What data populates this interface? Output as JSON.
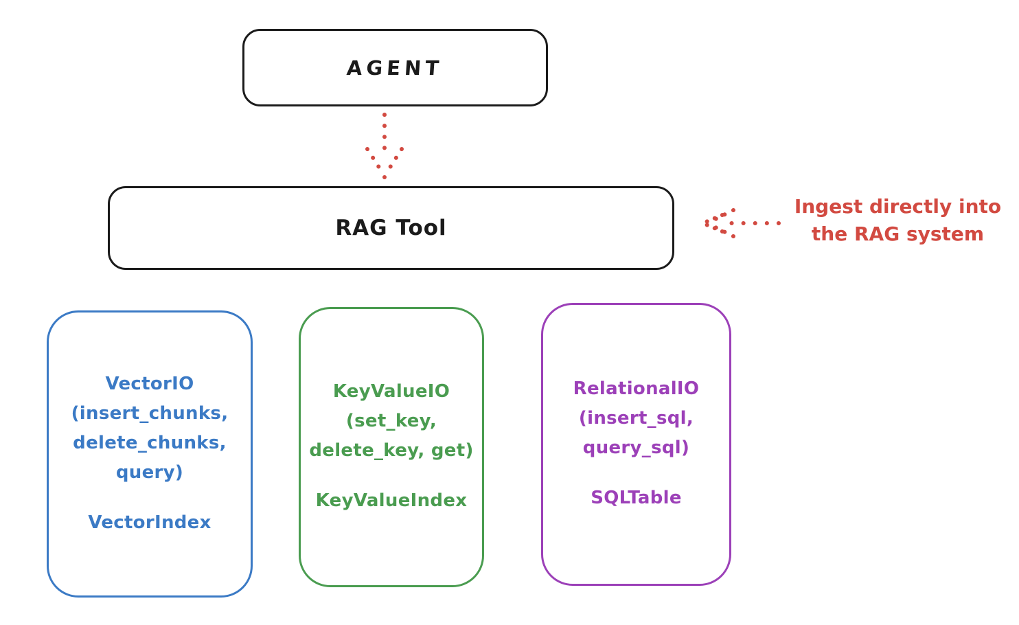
{
  "diagram": {
    "agent": {
      "label": "AGENT"
    },
    "rag_tool": {
      "label": "RAG Tool"
    },
    "annotation": {
      "line1": "Ingest directly into",
      "line2": "the RAG system"
    },
    "stores": [
      {
        "name": "vector-io",
        "lines": [
          "VectorIO",
          "(insert_chunks,",
          "delete_chunks,",
          "query)"
        ],
        "index_label": "VectorIndex",
        "color": "#3b7ac5"
      },
      {
        "name": "keyvalue-io",
        "lines": [
          "KeyValueIO",
          "(set_key,",
          "delete_key, get)"
        ],
        "index_label": "KeyValueIndex",
        "color": "#4a9c50"
      },
      {
        "name": "relational-io",
        "lines": [
          "RelationalIO",
          "(insert_sql,",
          "query_sql)"
        ],
        "index_label": "SQLTable",
        "color": "#9c40b8"
      }
    ],
    "colors": {
      "ink": "#1b1b1b",
      "annotation_red": "#d24a41"
    }
  }
}
